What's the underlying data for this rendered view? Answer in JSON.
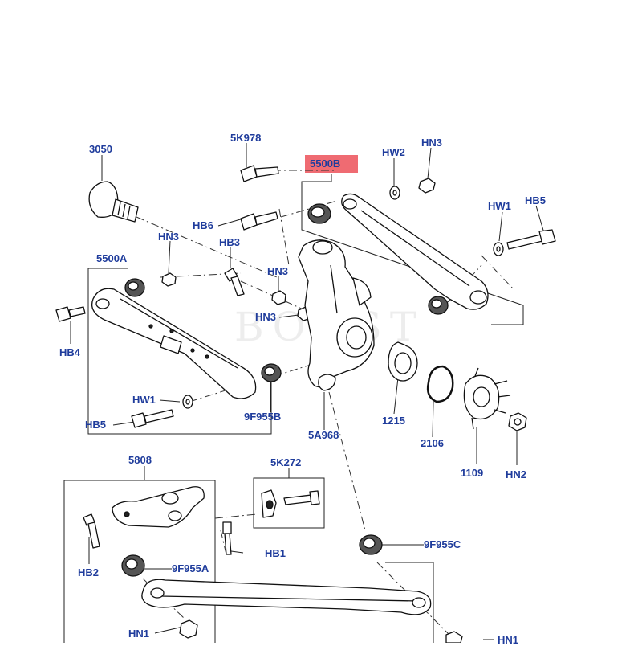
{
  "highlight": {
    "part": "5500B",
    "color": "#ef6b72"
  },
  "label_color": "#1f3c9c",
  "watermark": "BOOST",
  "labels": {
    "p3050": "3050",
    "p5k978": "5K978",
    "p5500b": "5500B",
    "hw2": "HW2",
    "hn3_top": "HN3",
    "hw1_right": "HW1",
    "hb5_right": "HB5",
    "hb6": "HB6",
    "hn3_left": "HN3",
    "hb3": "HB3",
    "p5500a": "5500A",
    "hn3_mid": "HN3",
    "hn3_low": "HN3",
    "hb4": "HB4",
    "hw1_left": "HW1",
    "hb5_left": "HB5",
    "p9f955b": "9F955B",
    "p5a968": "5A968",
    "p1215": "1215",
    "p2106": "2106",
    "p1109": "1109",
    "hn2": "HN2",
    "p5808": "5808",
    "p5k272": "5K272",
    "hb2": "HB2",
    "hb1": "HB1",
    "p9f955a": "9F955A",
    "p9f955c": "9F955C",
    "hn1_left": "HN1",
    "hn1_right": "HN1"
  }
}
